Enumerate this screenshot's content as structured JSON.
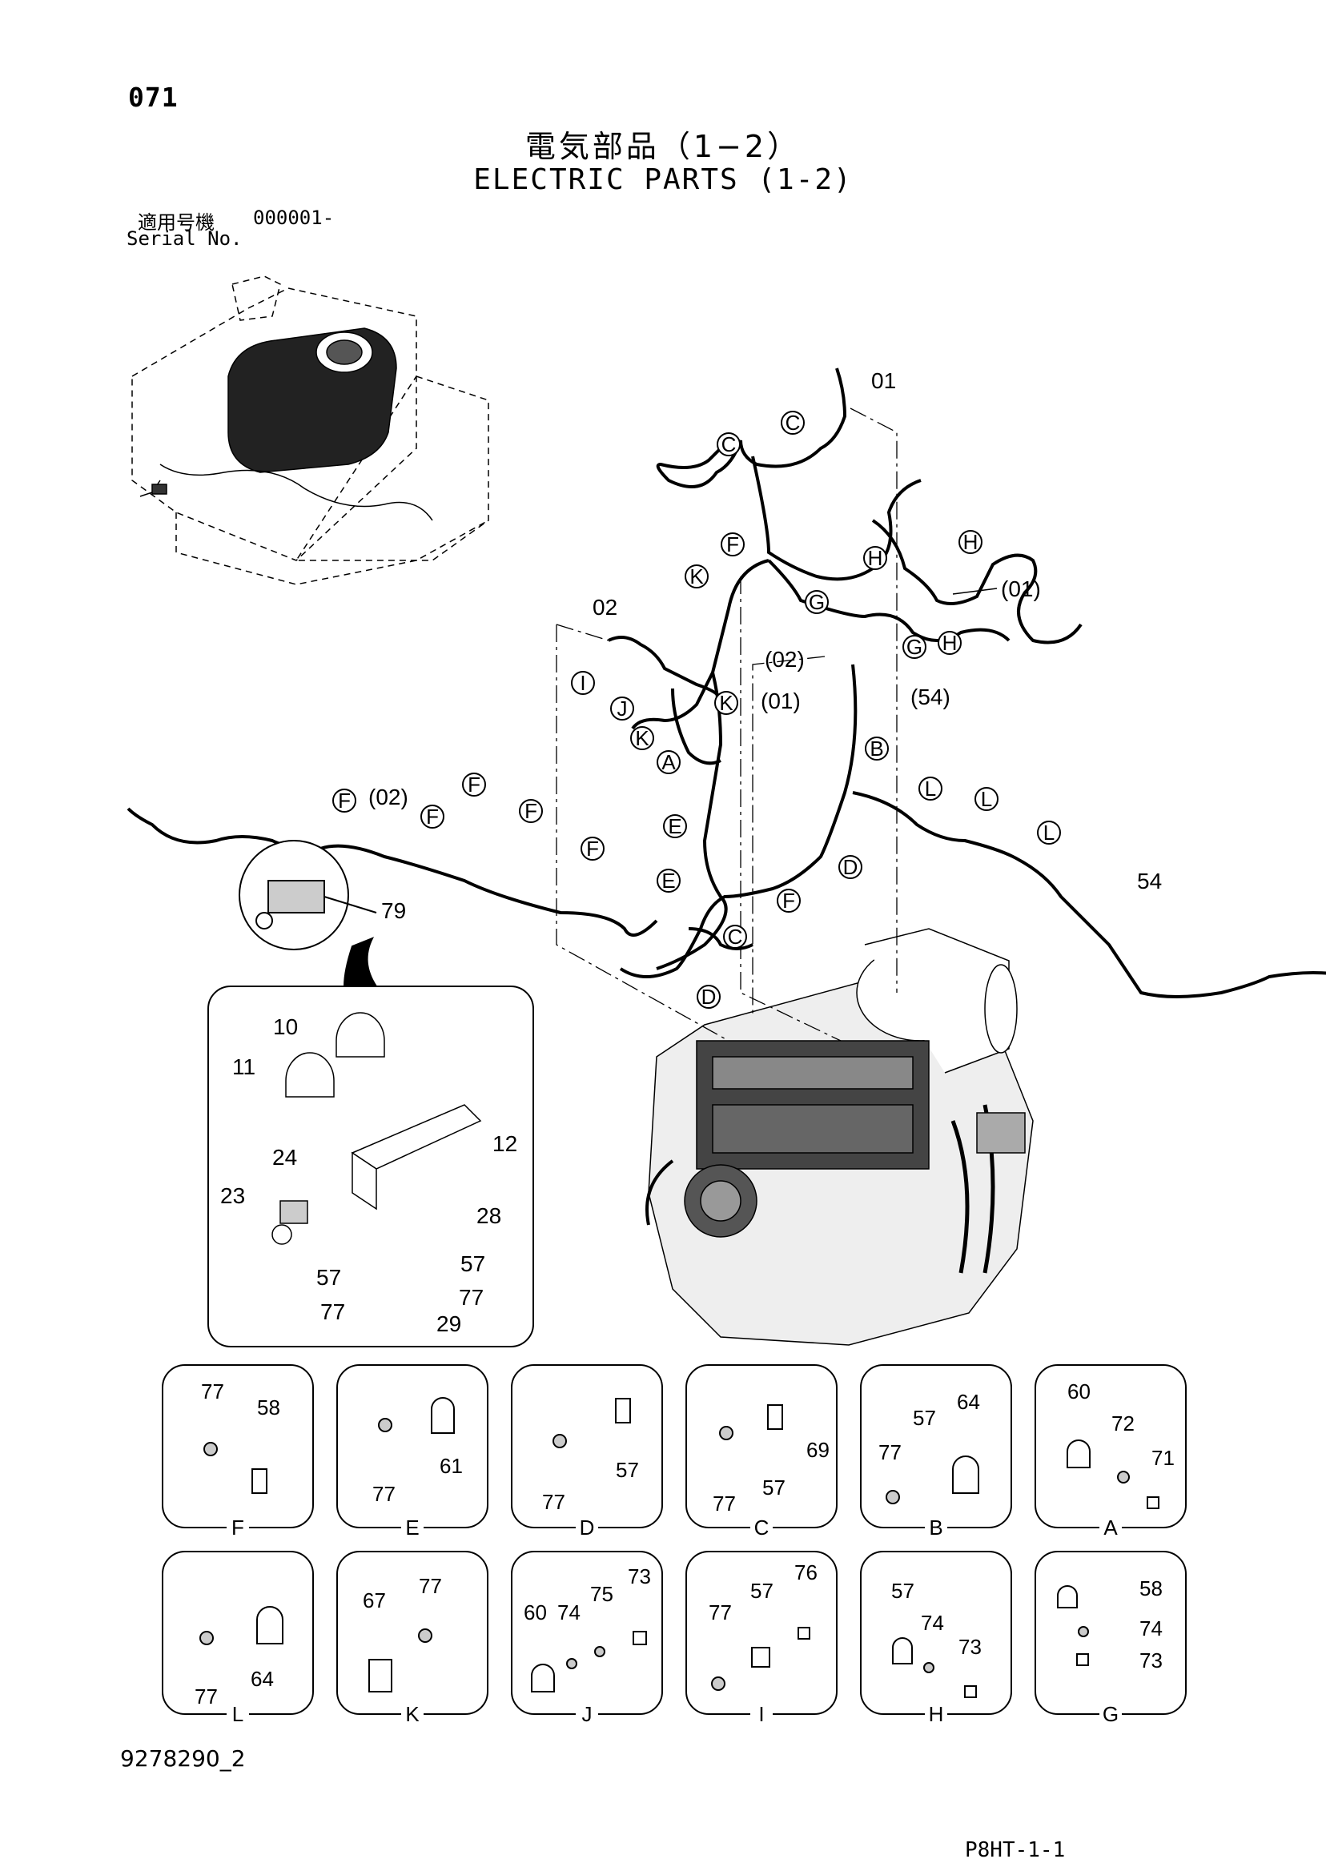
{
  "header": {
    "page_number": "071",
    "title_jp": "電気部品（1−2）",
    "title_en": "ELECTRIC PARTS (1-2)",
    "serial_label_jp": "適用号機",
    "serial_from": "000001-",
    "serial_label_en": "Serial No."
  },
  "main_callouts": {
    "harness_01": "01",
    "harness_01_ref_top": "(01)",
    "harness_01_ref_mid": "(01)",
    "harness_02": "02",
    "harness_02_ref_mid": "(02)",
    "harness_02_ref_left": "(02)",
    "harness_54_ref": "(54)",
    "harness_54": "54",
    "part_79": "79"
  },
  "clamp_markers": [
    "A",
    "B",
    "C",
    "D",
    "E",
    "F",
    "G",
    "H",
    "I",
    "J",
    "K",
    "L"
  ],
  "detail_box": {
    "labels": [
      "10",
      "11",
      "12",
      "24",
      "23",
      "28",
      "57",
      "57",
      "77",
      "77",
      "29"
    ]
  },
  "details": [
    {
      "letter": "F",
      "parts": [
        "77",
        "58"
      ]
    },
    {
      "letter": "E",
      "parts": [
        "77",
        "61"
      ]
    },
    {
      "letter": "D",
      "parts": [
        "77",
        "57"
      ]
    },
    {
      "letter": "C",
      "parts": [
        "77",
        "57",
        "69"
      ]
    },
    {
      "letter": "B",
      "parts": [
        "77",
        "57",
        "64"
      ]
    },
    {
      "letter": "A",
      "parts": [
        "60",
        "72",
        "71"
      ]
    },
    {
      "letter": "L",
      "parts": [
        "77",
        "64"
      ]
    },
    {
      "letter": "K",
      "parts": [
        "67",
        "77"
      ]
    },
    {
      "letter": "J",
      "parts": [
        "60",
        "74",
        "75",
        "73"
      ]
    },
    {
      "letter": "I",
      "parts": [
        "77",
        "57",
        "76"
      ]
    },
    {
      "letter": "H",
      "parts": [
        "57",
        "74",
        "73"
      ]
    },
    {
      "letter": "G",
      "parts": [
        "58",
        "74",
        "73"
      ]
    }
  ],
  "footer": {
    "drawing_number": "9278290_2",
    "page_code": "P8HT-1-1"
  }
}
